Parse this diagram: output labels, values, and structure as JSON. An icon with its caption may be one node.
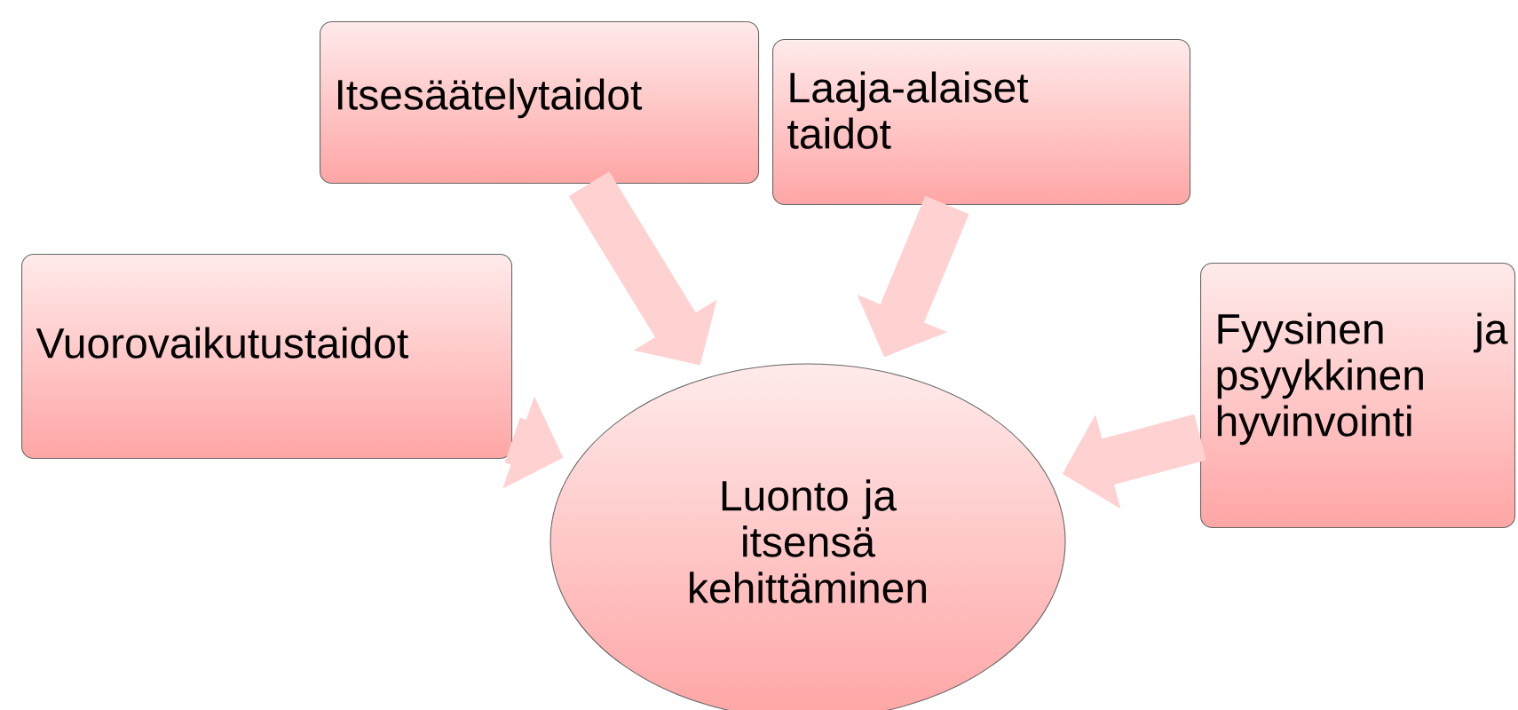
{
  "diagram": {
    "nodes": [
      {
        "text": [
          "Itsesäätelytaidot"
        ]
      },
      {
        "text": [
          "Laaja-alaiset taidot"
        ]
      },
      {
        "text": [
          "Vuorovaikutustaidot"
        ]
      },
      {
        "text": [
          "Fyysinen ja psyykkinen hyvinvointi"
        ]
      },
      {
        "text": [
          "Luonto ja itsensä kehittäminen"
        ]
      }
    ],
    "edges": [
      {
        "from": 0,
        "to": 4,
        "arrow": "to"
      },
      {
        "from": 1,
        "to": 4,
        "arrow": "to"
      },
      {
        "from": 2,
        "to": 4,
        "arrow": "to"
      },
      {
        "from": 3,
        "to": 4,
        "arrow": "to"
      }
    ]
  }
}
